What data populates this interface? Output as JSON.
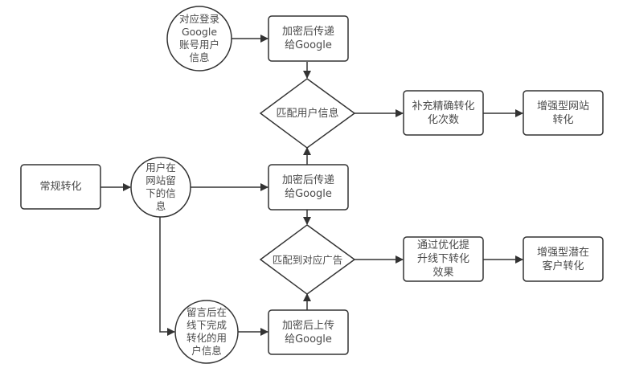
{
  "diagram": {
    "type": "flowchart",
    "colors": {
      "stroke": "#333333",
      "fill": "#ffffff",
      "text": "#4a4a4a"
    },
    "nodes": {
      "google_login_info": {
        "shape": "circle",
        "label": "对应登录\nGoogle\n账号用户\n信息"
      },
      "encrypt_send_top": {
        "shape": "rounded-rect",
        "label": "加密后传递\n给Google"
      },
      "match_user_info": {
        "shape": "diamond",
        "label": "匹配用户信息"
      },
      "supplement_conversions": {
        "shape": "rounded-rect",
        "label": "补充精确转化\n化次数"
      },
      "enhanced_web_conversion": {
        "shape": "rounded-rect",
        "label": "增强型网站\n转化"
      },
      "regular_conversion": {
        "shape": "rounded-rect",
        "label": "常规转化"
      },
      "user_website_info": {
        "shape": "circle",
        "label": "用户在\n网站留\n下的信\n息"
      },
      "encrypt_send_mid": {
        "shape": "rounded-rect",
        "label": "加密后传递\n给Google"
      },
      "match_ad": {
        "shape": "diamond",
        "label": "匹配到对应广告"
      },
      "improve_offline": {
        "shape": "rounded-rect",
        "label": "通过优化提\n升线下转化\n效果"
      },
      "enhanced_lead_conversion": {
        "shape": "rounded-rect",
        "label": "增强型潜在\n客户转化"
      },
      "offline_user_info": {
        "shape": "circle",
        "label": "留言后在\n线下完成\n转化的用\n户信息"
      },
      "encrypt_upload_bottom": {
        "shape": "rounded-rect",
        "label": "加密后上传\n给Google"
      }
    },
    "edges": [
      {
        "from": "google_login_info",
        "to": "encrypt_send_top"
      },
      {
        "from": "encrypt_send_top",
        "to": "match_user_info"
      },
      {
        "from": "encrypt_send_mid",
        "to": "match_user_info"
      },
      {
        "from": "match_user_info",
        "to": "supplement_conversions"
      },
      {
        "from": "supplement_conversions",
        "to": "enhanced_web_conversion"
      },
      {
        "from": "regular_conversion",
        "to": "user_website_info"
      },
      {
        "from": "user_website_info",
        "to": "encrypt_send_mid"
      },
      {
        "from": "encrypt_send_mid",
        "to": "match_ad"
      },
      {
        "from": "user_website_info",
        "to": "offline_user_info"
      },
      {
        "from": "offline_user_info",
        "to": "encrypt_upload_bottom"
      },
      {
        "from": "encrypt_upload_bottom",
        "to": "match_ad"
      },
      {
        "from": "match_ad",
        "to": "improve_offline"
      },
      {
        "from": "improve_offline",
        "to": "enhanced_lead_conversion"
      }
    ]
  }
}
